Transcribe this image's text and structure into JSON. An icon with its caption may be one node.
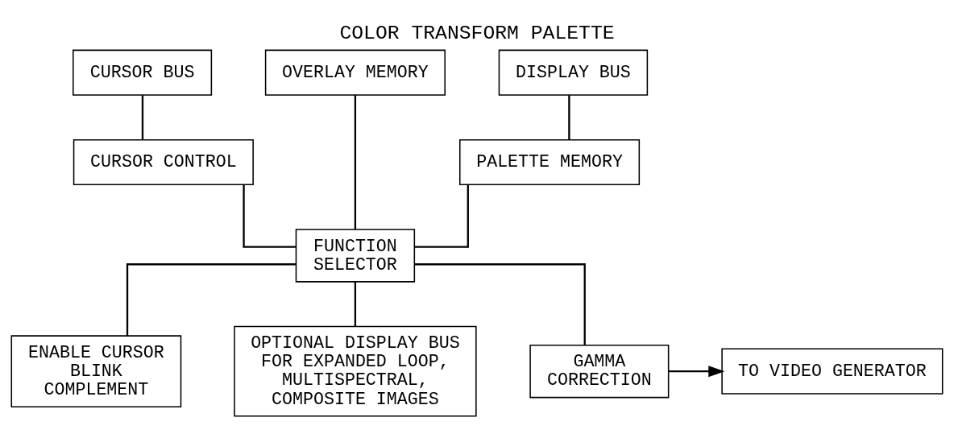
{
  "diagram": {
    "title": "COLOR TRANSFORM PALETTE",
    "nodes": [
      {
        "text": [
          "CURSOR BUS"
        ]
      },
      {
        "text": [
          "OVERLAY MEMORY"
        ]
      },
      {
        "text": [
          "DISPLAY BUS"
        ]
      },
      {
        "text": [
          "CURSOR CONTROL"
        ]
      },
      {
        "text": [
          "PALETTE MEMORY"
        ]
      },
      {
        "text": [
          "FUNCTION SELECTOR"
        ]
      },
      {
        "text": [
          "ENABLE CURSOR BLINK COMPLEMENT"
        ]
      },
      {
        "text": [
          "OPTIONAL DISPLAY BUS FOR EXPANDED LOOP, MULTISPECTRAL, COMPOSITE IMAGES"
        ]
      },
      {
        "text": [
          "GAMMA CORRECTION"
        ]
      },
      {
        "text": [
          "TO VIDEO GENERATOR"
        ]
      }
    ],
    "edges": [
      {
        "from": 0,
        "to": 3,
        "arrow": "none"
      },
      {
        "from": 3,
        "to": 5,
        "arrow": "none"
      },
      {
        "from": 1,
        "to": 5,
        "arrow": "none"
      },
      {
        "from": 2,
        "to": 4,
        "arrow": "none"
      },
      {
        "from": 4,
        "to": 5,
        "arrow": "none"
      },
      {
        "from": 5,
        "to": 6,
        "arrow": "none"
      },
      {
        "from": 5,
        "to": 7,
        "arrow": "none"
      },
      {
        "from": 5,
        "to": 8,
        "arrow": "none"
      },
      {
        "from": 8,
        "to": 9,
        "arrow": "to"
      }
    ]
  }
}
